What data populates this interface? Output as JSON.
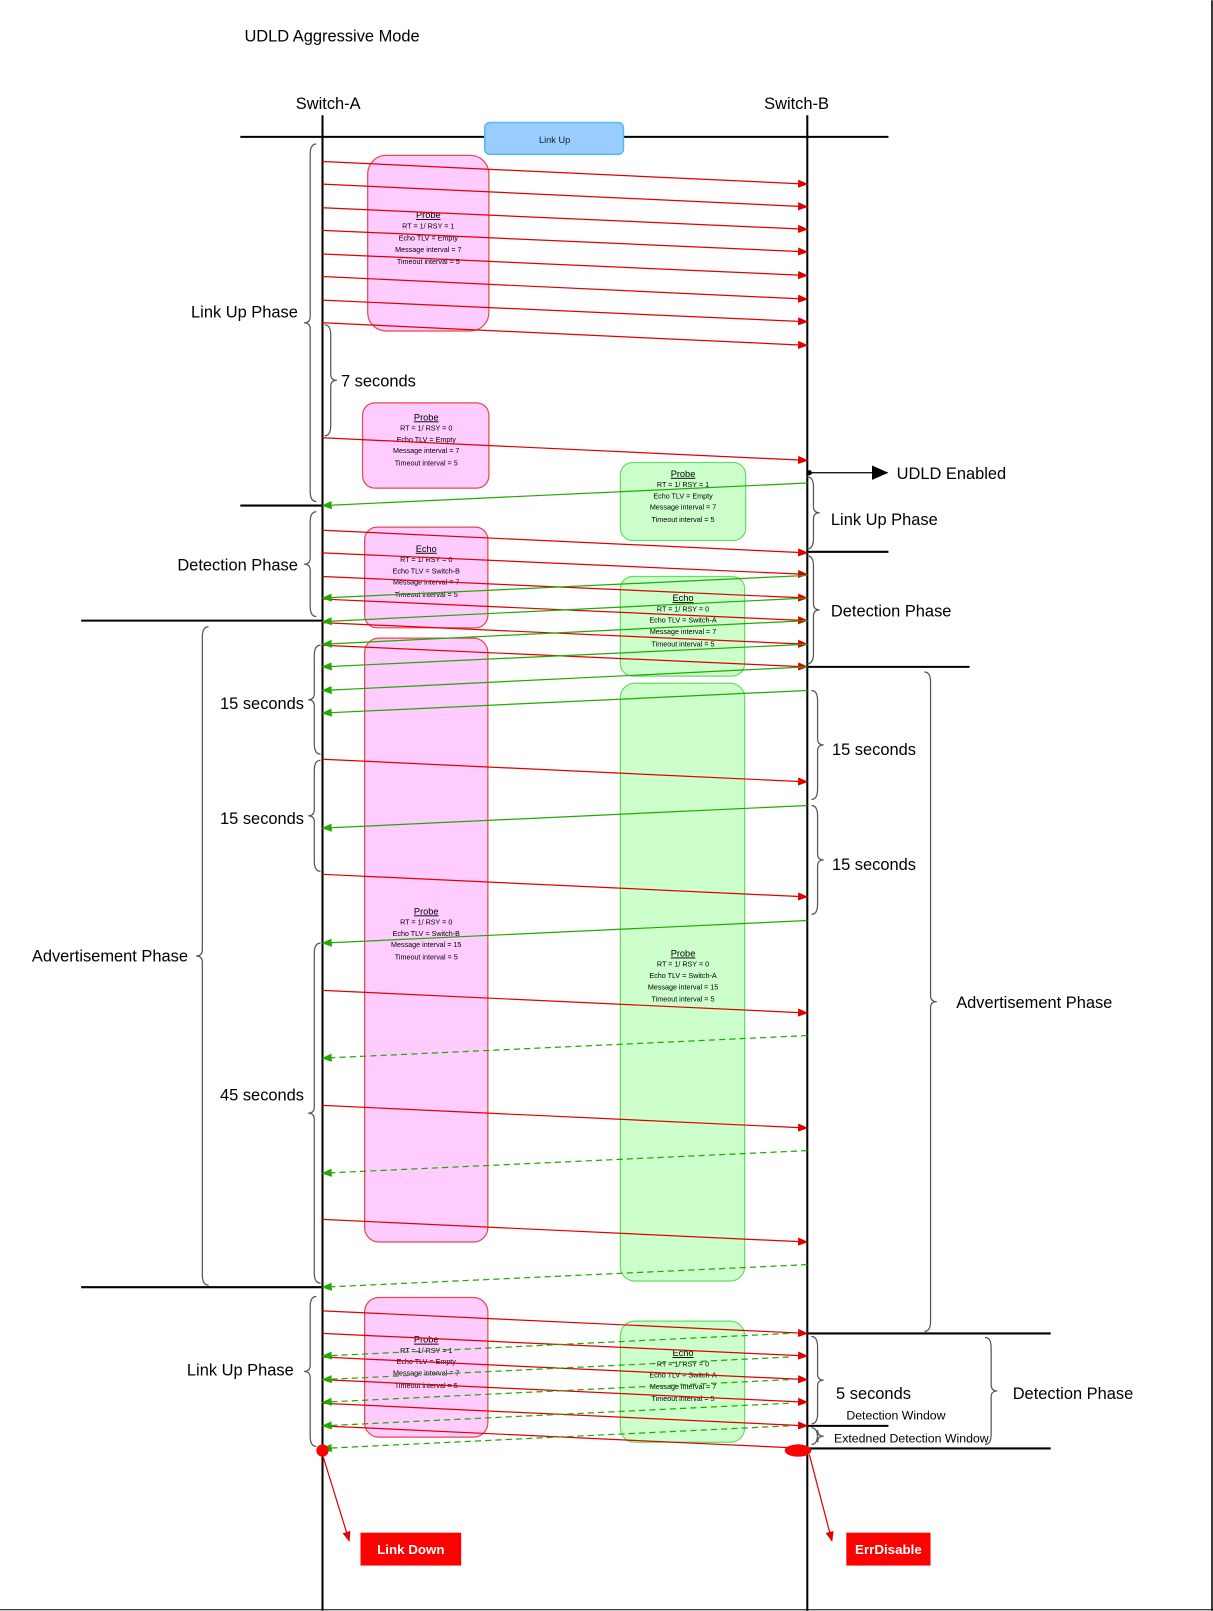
{
  "title": "UDLD Aggressive Mode",
  "switches": {
    "a": "Switch-A",
    "b": "Switch-B"
  },
  "link_up_label": "Link Up",
  "udld_enabled": "UDLD Enabled",
  "colors": {
    "probe_a_fill": "#ffccff",
    "probe_a_stroke": "#e8474f",
    "b_fill": "#ccffcc",
    "b_stroke": "#66dd66",
    "red_msg": "#e00000",
    "green_msg": "#22aa00",
    "badge": "#ff0000",
    "link_up_fill": "#99ccff"
  },
  "left_labels": {
    "link_up_phase": "Link Up Phase",
    "seven_seconds": "7 seconds",
    "detection_phase": "Detection Phase",
    "advertisement_phase": "Advertisement Phase",
    "fifteen_1": "15 seconds",
    "fifteen_2": "15 seconds",
    "forty_five": "45 seconds",
    "link_up_phase_2": "Link Up Phase"
  },
  "right_labels": {
    "link_up_phase": "Link Up Phase",
    "detection_phase": "Detection Phase",
    "fifteen_1": "15 seconds",
    "fifteen_2": "15 seconds",
    "advertisement_phase": "Advertisement Phase",
    "five_seconds": "5 seconds",
    "detection_window": "Detection Window",
    "extended_window": "Extedned Detection Window",
    "detection_phase_2": "Detection Phase"
  },
  "boxes": [
    {
      "head": "Probe",
      "lines": [
        "RT = 1/ RSY = 1",
        "Echo TLV = Empty",
        "Message interval = 7",
        "Timeout interval = 5"
      ]
    },
    {
      "head": "Probe",
      "lines": [
        "RT = 1/ RSY = 0",
        "Echo TLV = Empty",
        "Message interval = 7",
        "Timeout interval = 5"
      ]
    },
    {
      "head": "Probe",
      "lines": [
        "RT = 1/ RSY = 1",
        "Echo TLV = Empty",
        "Message interval = 7",
        "Timeout interval = 5"
      ]
    },
    {
      "head": "Echo",
      "lines": [
        "RT = 1/ RSY = 0",
        "Echo TLV = Switch-B",
        "Message interval = 7",
        "Timeout interval = 5"
      ]
    },
    {
      "head": "Echo",
      "lines": [
        "RT = 1/ RSY = 0",
        "Echo TLV = Switch-A",
        "Message interval = 7",
        "Timeout interval = 5"
      ]
    },
    {
      "head": "Probe",
      "lines": [
        "RT = 1/ RSY = 0",
        "Echo TLV = Switch-B",
        "Message interval = 15",
        "Timeout interval = 5"
      ]
    },
    {
      "head": "Probe",
      "lines": [
        "RT = 1/ RSY = 0",
        "Echo TLV = Switch-A",
        "Message interval = 15",
        "Timeout interval = 5"
      ]
    },
    {
      "head": "Probe",
      "lines": [
        "RT = 1/ RSY = 1",
        "Echo TLV = Empty",
        "Message interval = 7",
        "Timeout interval = 5"
      ]
    },
    {
      "head": "Echo",
      "lines": [
        "RT = 1/ RSY = 0",
        "Echo TLV = Switch-A",
        "Message interval = 7",
        "Timeout interval = 5"
      ]
    }
  ],
  "badges": {
    "link_down": "Link Down",
    "err_disable": "ErrDisable"
  }
}
